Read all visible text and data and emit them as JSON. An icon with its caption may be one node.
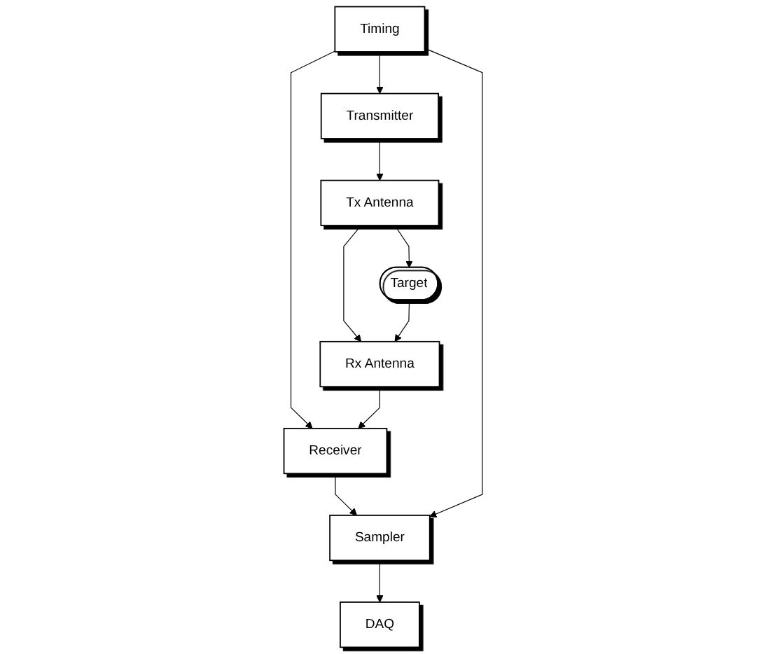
{
  "diagram": {
    "nodes": [
      {
        "text": [
          "DAQ"
        ]
      },
      {
        "text": [
          "Sampler"
        ]
      },
      {
        "text": [
          "Timing"
        ]
      },
      {
        "text": [
          "Transmitter"
        ]
      },
      {
        "text": [
          "Receiver"
        ]
      },
      {
        "text": [
          "Tx Antenna"
        ]
      },
      {
        "text": [
          "Rx Antenna"
        ]
      },
      {
        "text": [
          "Target"
        ]
      }
    ],
    "edges": [
      {
        "from": 1,
        "to": 0,
        "arrow": "to"
      },
      {
        "from": 4,
        "to": 1,
        "arrow": "to"
      },
      {
        "from": 2,
        "to": 1,
        "arrow": "to"
      },
      {
        "from": 2,
        "to": 3,
        "arrow": "to"
      },
      {
        "from": 2,
        "to": 4,
        "arrow": "to"
      },
      {
        "from": 3,
        "to": 5,
        "arrow": "to"
      },
      {
        "from": 5,
        "to": 6,
        "arrow": "to"
      },
      {
        "from": 6,
        "to": 4,
        "arrow": "to"
      },
      {
        "from": 5,
        "to": 7,
        "arrow": "to"
      },
      {
        "from": 7,
        "to": 6,
        "arrow": "to"
      }
    ]
  }
}
